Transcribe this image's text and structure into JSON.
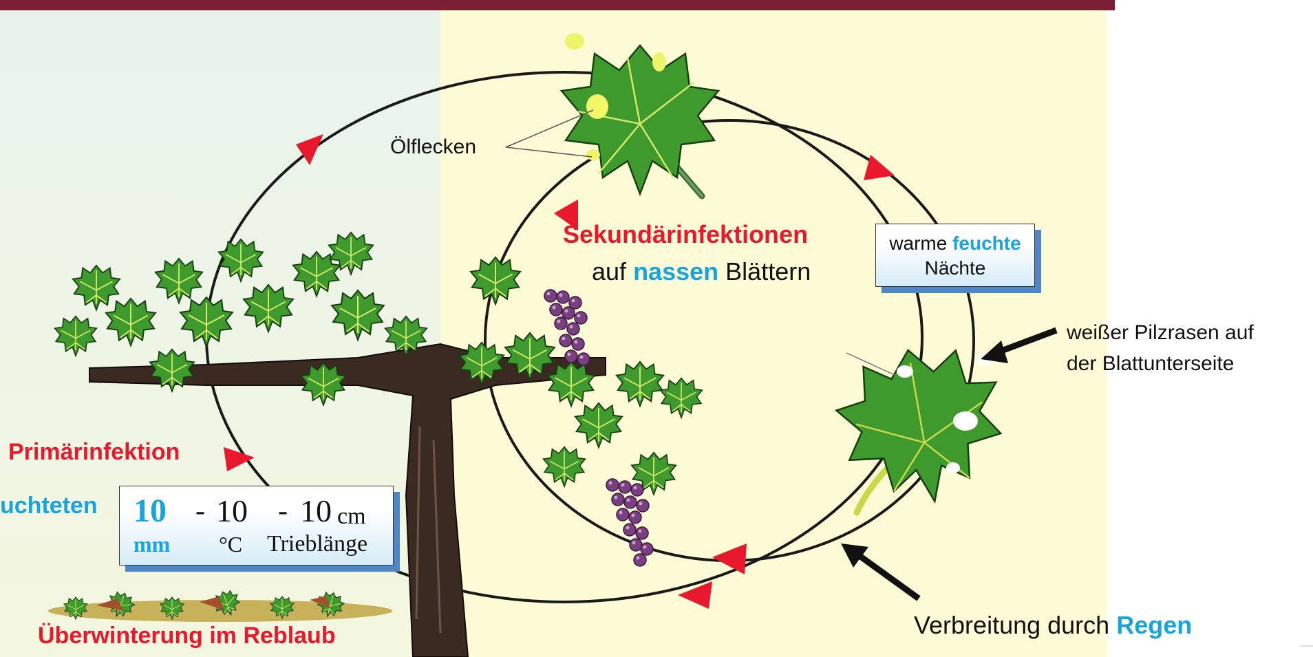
{
  "colors": {
    "red": "#e8182d",
    "blue": "#17a5dc",
    "leaf_green": "#3f9a2e",
    "trunk": "#3a2a22",
    "grape": "#7a3f7e",
    "topbar": "#7a1f34"
  },
  "labels": {
    "oelflecken": "Ölflecken",
    "sekundaer_title": "Sekundärinfektionen",
    "sekundaer_pre": "auf",
    "sekundaer_wet": "nassen",
    "sekundaer_post": "Blättern",
    "primaer": "Primärinfektion",
    "befeuchteten_cut": "uchteten",
    "ueberwinterung": "Überwinterung im Reblaub",
    "pilzrasen_line1": "weißer Pilzrasen auf",
    "pilzrasen_line2": "der Blattunterseite",
    "verbreitung_pre": "Verbreitung durch",
    "verbreitung_rain": "Regen"
  },
  "night_box": {
    "warm": "warme",
    "humid": "feuchte",
    "nights": "Nächte"
  },
  "rule_box": {
    "rain_value": "10",
    "sep1": "-",
    "temp_value": "10",
    "sep2": "-",
    "length_value": "10",
    "length_unit": "cm",
    "rain_unit": "mm",
    "temp_unit": "°C",
    "length_label": "Trieblänge"
  },
  "icons": {
    "cycle_arrow": "triangle-arrow-icon",
    "pointer_arrow": "black-arrow-icon"
  }
}
